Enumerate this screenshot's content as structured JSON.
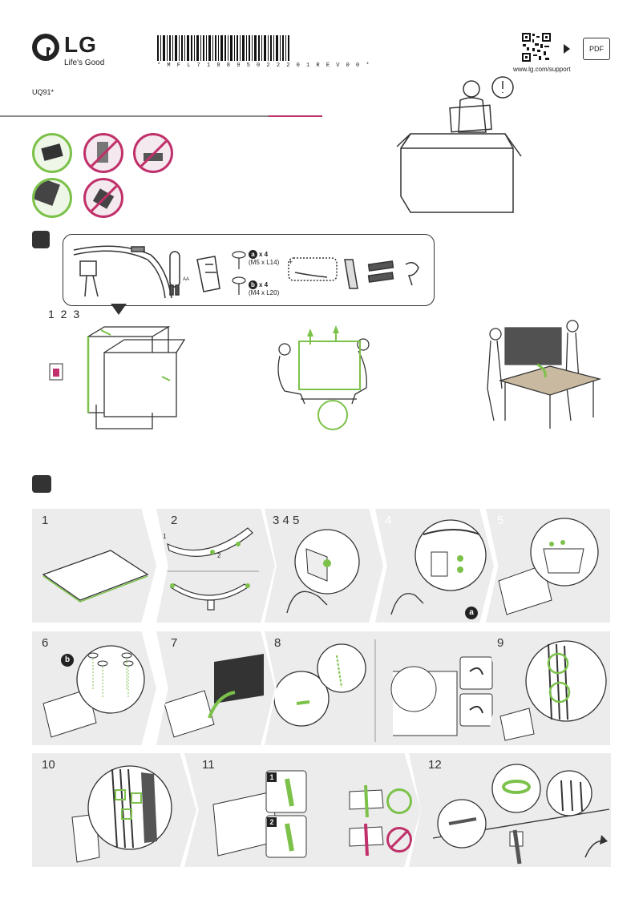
{
  "header": {
    "brand": "LG",
    "tagline": "Life's Good",
    "barcode_text": "* M F L 7 1 8 8 9 5 0 2 2 2 0 1 R E V 0 0 *",
    "model": "UQ91*",
    "support_url": "www.lg.com/support",
    "pdf_label": "PDF"
  },
  "accessories": {
    "screw_a_label": "a",
    "screw_a_qty": "x 4",
    "screw_a_spec": "(M5 x L14)",
    "screw_b_label": "b",
    "screw_b_qty": "x 4",
    "screw_b_spec": "(M4 x L20)",
    "battery_label": "AA",
    "optional_mark": "+"
  },
  "unboxing": {
    "steps_label": "1 2 3"
  },
  "assembly_steps": [
    {
      "num": "1"
    },
    {
      "num": "2"
    },
    {
      "num": "3 4 5"
    },
    {
      "num": "4"
    },
    {
      "num": "5"
    },
    {
      "num": "6"
    },
    {
      "num": "7"
    },
    {
      "num": "8"
    },
    {
      "num": "9"
    },
    {
      "num": "10"
    },
    {
      "num": "11"
    },
    {
      "num": "12"
    }
  ],
  "step_marks": {
    "step4_screw": "a",
    "step6_screw": "b",
    "step11_sub1": "1",
    "step11_sub2": "2",
    "step2_arrow_1": "1",
    "step2_arrow_2": "2"
  },
  "colors": {
    "ok": "#7cc24a",
    "no": "#c0306a",
    "step_bg": "#ececec"
  }
}
